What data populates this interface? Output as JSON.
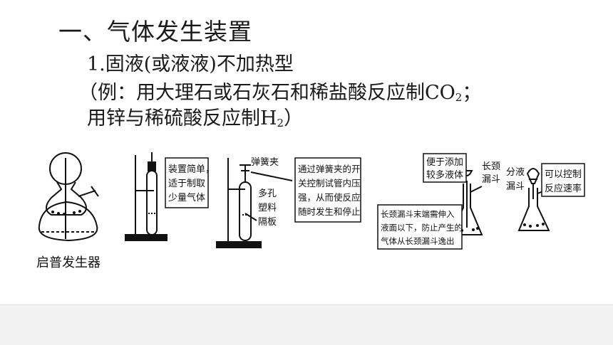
{
  "heading": "一、气体发生装置",
  "subheading": "1.固液(或液液)不加热型",
  "example": {
    "line1_prefix": "（例：用大理石或石灰石和稀盐酸反应制CO",
    "line1_sub": "2",
    "line1_suffix": "；",
    "line2_prefix": "用锌与稀硫酸反应制H",
    "line2_sub": "2",
    "line2_suffix": "）"
  },
  "figures": {
    "kipp_caption": "启普发生器",
    "simple_box": [
      "装置简单，",
      "适于制取",
      "少量气体"
    ],
    "clip_label": "弹簧夹",
    "plate_label": [
      "多孔",
      "塑料",
      "隔板"
    ],
    "clip_box": [
      "通过弹簧夹的开",
      "关控制试管内压",
      "强，从而使反应",
      "随时发生和停止"
    ],
    "add_box": [
      "便于添加",
      "较多液体"
    ],
    "long_funnel_label": [
      "长颈",
      "漏斗"
    ],
    "long_funnel_box": [
      "长颈漏斗末端需伸入",
      "液面以下，防止产生的",
      "气体从长颈漏斗逸出"
    ],
    "sep_funnel_label": [
      "分液",
      "漏斗"
    ],
    "rate_box": [
      "可以控制",
      "反应速率"
    ]
  }
}
